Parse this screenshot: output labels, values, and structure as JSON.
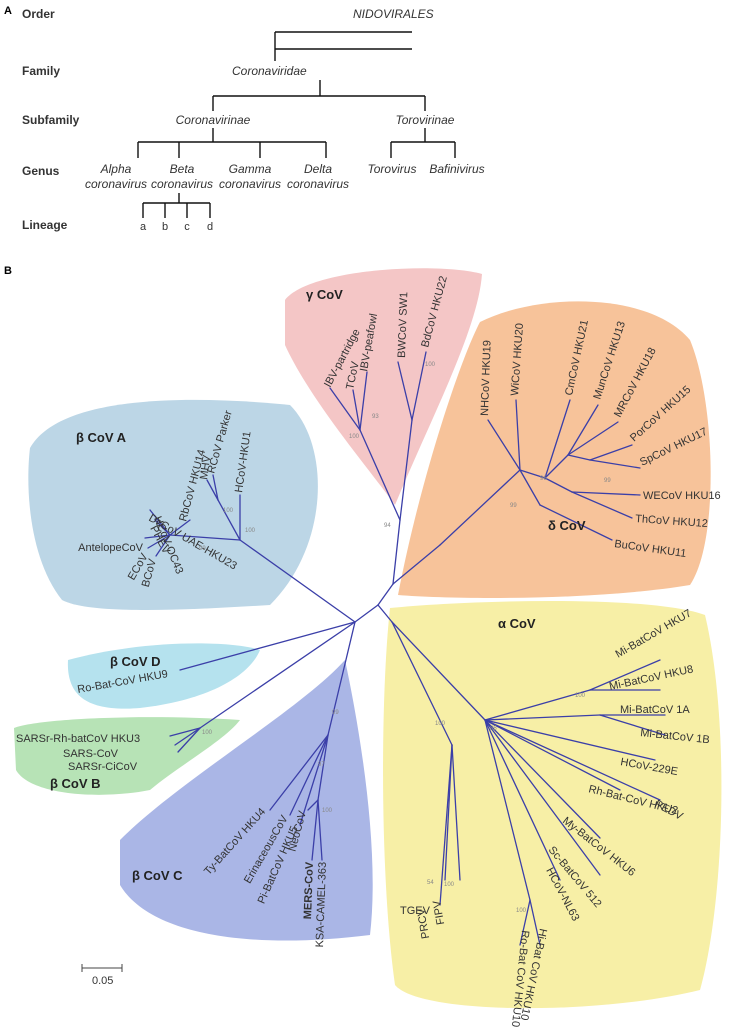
{
  "panel_a": {
    "panel_label": "A",
    "ranks": {
      "order": "Order",
      "family": "Family",
      "subfamily": "Subfamily",
      "genus": "Genus",
      "lineage": "Lineage"
    },
    "order_name": "NIDOVIRALES",
    "family_name": "Coronaviridae",
    "subfamilies": [
      "Coronavirinae",
      "Torovirinae"
    ],
    "genera": [
      {
        "line1": "Alpha",
        "line2": "coronavirus"
      },
      {
        "line1": "Beta",
        "line2": "coronavirus"
      },
      {
        "line1": "Gamma",
        "line2": "coronavirus"
      },
      {
        "line1": "Delta",
        "line2": "coronavirus"
      },
      {
        "line1": "Torovirus",
        "line2": ""
      },
      {
        "line1": "Bafinivirus",
        "line2": ""
      }
    ],
    "lineages": [
      "a",
      "b",
      "c",
      "d"
    ]
  },
  "panel_b": {
    "panel_label": "B",
    "clades": {
      "gamma": "γ CoV",
      "delta": "δ CoV",
      "alpha": "α CoV",
      "beta_a": "β CoV A",
      "beta_b": "β CoV B",
      "beta_c": "β CoV C",
      "beta_d": "β CoV D"
    },
    "colors": {
      "gamma": "#f4c6c6",
      "delta": "#f7c39a",
      "alpha": "#f7efa6",
      "beta_a": "#bcd6e6",
      "beta_b": "#b7e3b6",
      "beta_c": "#aab6e6",
      "beta_d": "#b5e2ee",
      "branch": "#3b3fa8",
      "highlight": "#e0143c"
    },
    "taxa": {
      "ibv_partridge": "IBV-partridge",
      "tcov": "TCoV",
      "ibv_peafowl": "IBV-peafowl",
      "bwcov": "BWCoV SW1",
      "bdcov": "BdCoV HKU22",
      "nhcov": "NHCoV HKU19",
      "wicov": "WiCoV HKU20",
      "cmcov": "CmCoV HKU21",
      "muncov": "MunCoV HKU13",
      "mrcov": "MRCoV HKU18",
      "porcov": "PorCoV HKU15",
      "spcov": "SpCoV HKU17",
      "wecov": "WECoV HKU16",
      "thcov": "ThCoV HKU12",
      "bucov": "BuCoV HKU11",
      "rbcov": "RbCoV HKU14",
      "mhv": "MHV",
      "rcov": "RCoV Parker",
      "hcov_hku1": "HCoV-HKU1",
      "dccov": "DcCoV UAE-HKU23",
      "hcov_oc43": "HCoV-OC43",
      "phev": "PHEV",
      "antelope": "AntelopeCoV",
      "ecov": "ECoV",
      "bcov": "BCoV",
      "robat_hku9": "Ro-Bat-CoV HKU9",
      "sarsr_rh": "SARSr-Rh-batCoV HKU3",
      "sars": "SARS-CoV",
      "sarsr_ci": "SARSr-CiCoV",
      "tybat": "Ty-BatCoV HKU4",
      "erinaceous": "ErinaceousCoV",
      "pibat": "Pi-BatCoV HKU5",
      "neocov": "NeoCoV",
      "mers": "MERS-CoV",
      "ksa": "KSA-CAMEL-363",
      "mi_hku7": "Mi-BatCoV HKU7",
      "mi_hku8": "Mi-BatCoV HKU8",
      "mi_1a": "Mi-BatCoV 1A",
      "mi_1b": "Mi-BatCoV 1B",
      "hcov_229e": "HCoV-229E",
      "rh_hku2": "Rh-Bat-CoV HKU2",
      "pedv": "PEDV",
      "my_hku6": "My-BatCoV HKU6",
      "sc_512": "Sc-BatCoV 512",
      "hcov_nl63": "HCoV-NL63",
      "hi_hku10": "Hi-Bat CoV HKU10",
      "ro_hku10": "Ro-Bat CoV HKU10",
      "tgev": "TGEV",
      "prcv": "PRCV",
      "fipv": "FIPV"
    },
    "bootstrap": {
      "b100": "100",
      "b99": "99",
      "b97": "97",
      "b96": "96",
      "b94": "94",
      "b93": "93",
      "b85": "85",
      "b54": "54"
    },
    "scale_bar": "0.05"
  }
}
